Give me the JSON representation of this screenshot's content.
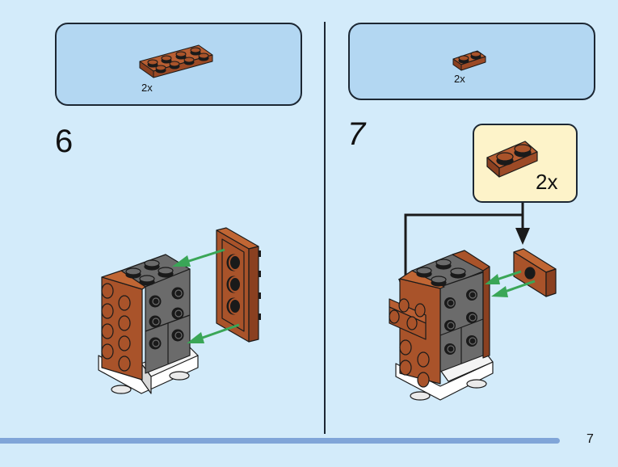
{
  "page": {
    "number": "7",
    "colors": {
      "background": "#d3ebfa",
      "parts_box": "#b3d7f2",
      "callout": "#fdf3c9",
      "brick_brown": "#a9532a",
      "brick_gray": "#6b6b6b",
      "arrow_green": "#3aa657",
      "footer_bar": "#80a5d8"
    }
  },
  "steps": [
    {
      "number": "6",
      "parts": [
        {
          "name": "plate-2x4-reddish-brown",
          "quantity": "2x"
        }
      ]
    },
    {
      "number": "7",
      "parts": [
        {
          "name": "plate-1x2-reddish-brown",
          "quantity": "2x"
        }
      ],
      "callout": {
        "name": "plate-1x2-reddish-brown",
        "quantity": "2x"
      }
    }
  ]
}
